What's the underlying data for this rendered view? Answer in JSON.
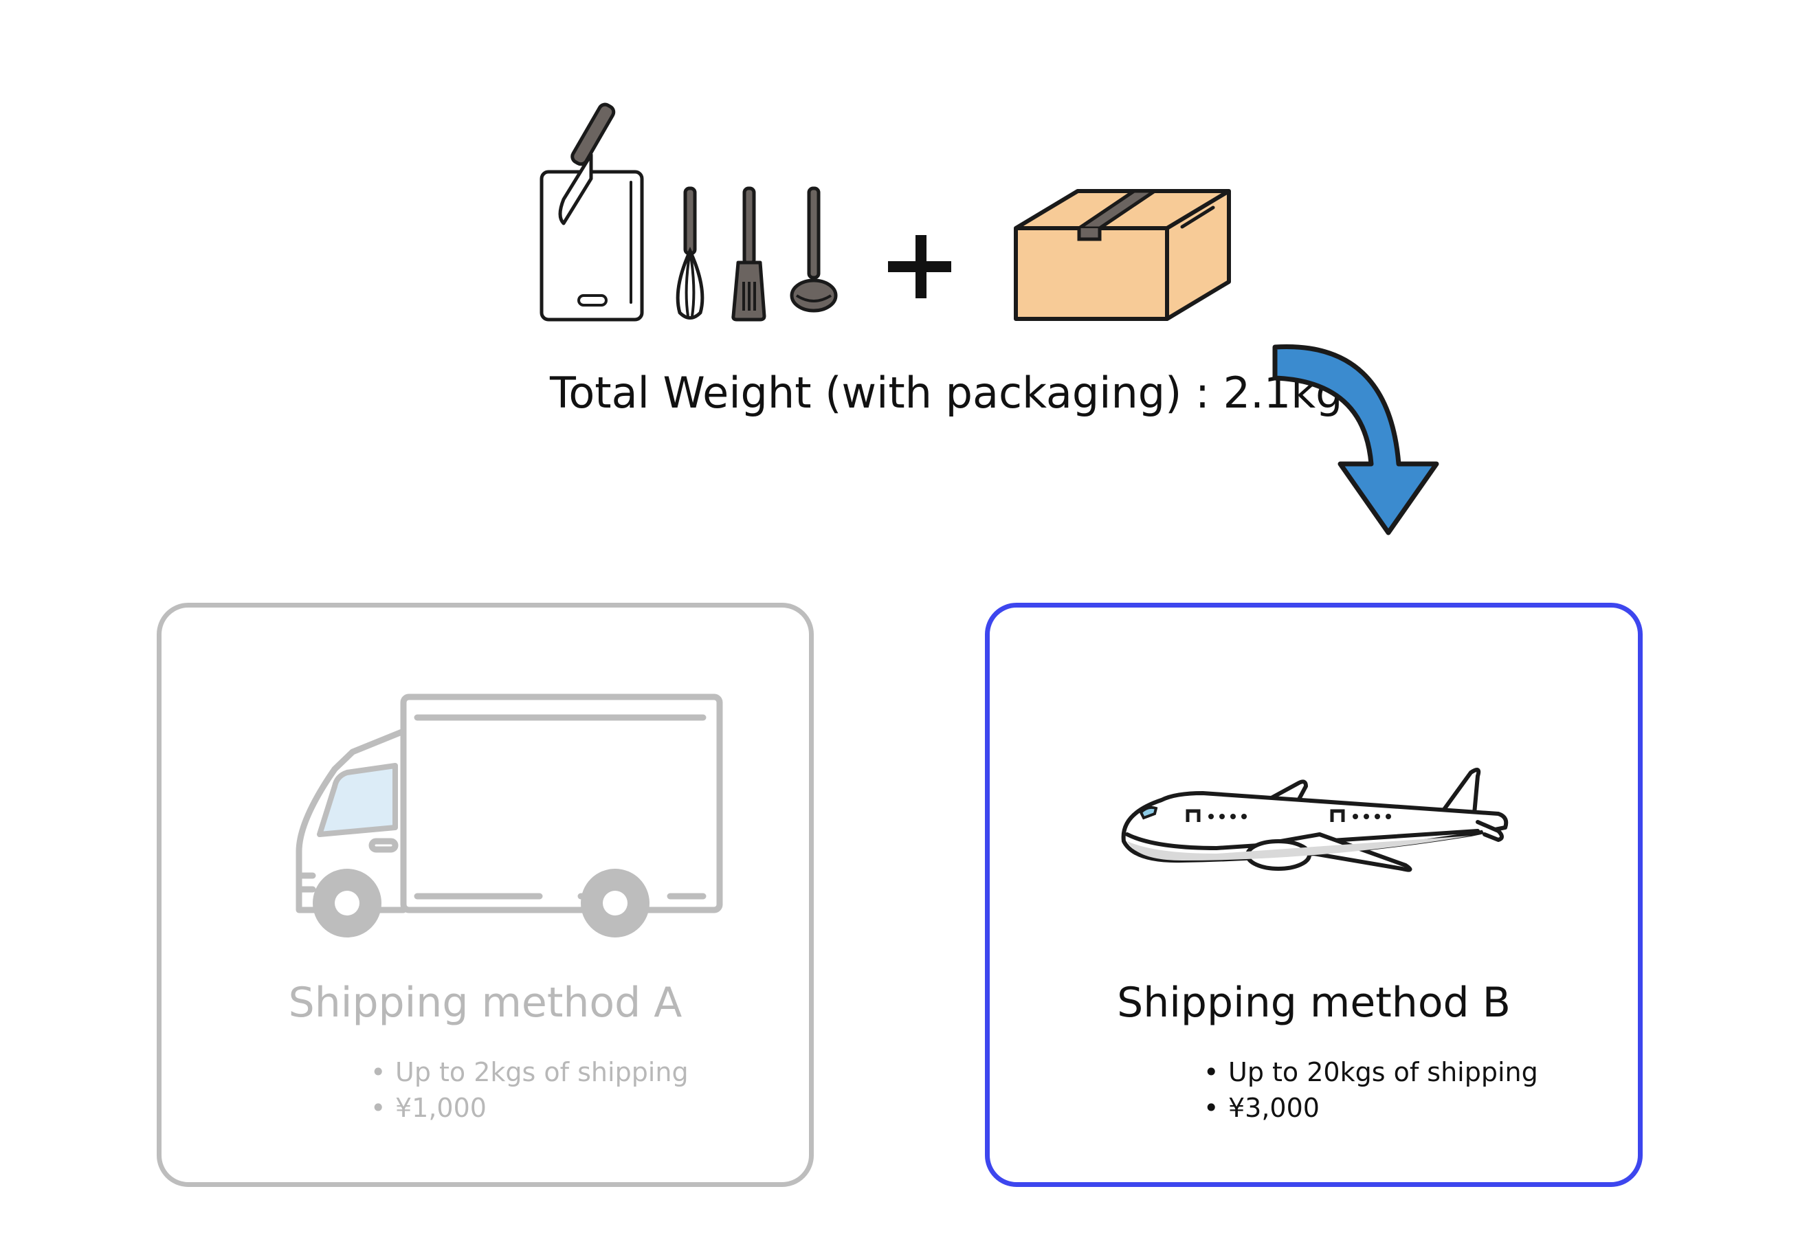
{
  "product": {
    "items": [
      "cutting-board-with-knife",
      "whisk",
      "spatula",
      "ladle"
    ],
    "plus_symbol": "+",
    "package": "cardboard-box",
    "weight_label": "Total Weight (with packaging) : 2.1kg"
  },
  "arrow": {
    "color": "#3b8bcf",
    "icon": "curved-arrow-down"
  },
  "methods": [
    {
      "title": "Shipping method A",
      "icon": "truck-icon",
      "features": [
        "Up to 2kgs of shipping",
        "¥1,000"
      ],
      "selected": false,
      "border_color": "#bdbdbd"
    },
    {
      "title": "Shipping method B",
      "icon": "airplane-icon",
      "features": [
        "Up to 20kgs of shipping",
        "¥3,000"
      ],
      "selected": true,
      "border_color": "#3d46ee"
    }
  ]
}
